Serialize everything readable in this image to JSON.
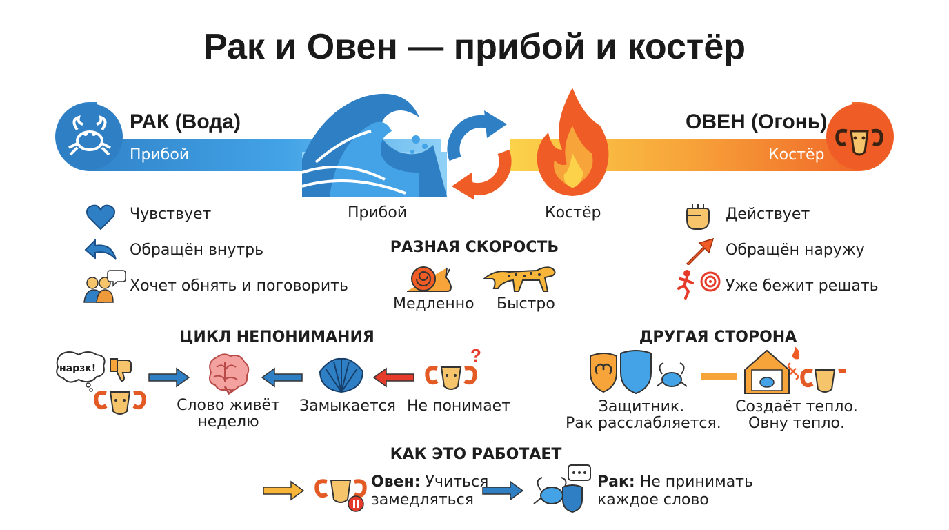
{
  "title": "Рак и Овен — прибой и костёр",
  "cancer": {
    "header": "РАК (Вода)",
    "subtitle": "Прибой",
    "icon": "crab-icon",
    "color": "#2f7fc5"
  },
  "aries": {
    "header": "ОВЕН (Огонь)",
    "subtitle": "Костёр",
    "icon": "ram-icon",
    "color": "#ef5c25"
  },
  "center": {
    "wave_label": "Прибой",
    "fire_label": "Костёр"
  },
  "cancer_traits": [
    {
      "icon": "heart-icon",
      "text": "Чувствует"
    },
    {
      "icon": "back-arrow-icon",
      "text": "Обращён внутрь"
    },
    {
      "icon": "hug-talk-icon",
      "text": "Хочет обнять и поговорить"
    }
  ],
  "aries_traits": [
    {
      "icon": "fist-icon",
      "text": "Действует"
    },
    {
      "icon": "up-arrow-icon",
      "text": "Обращён наружу"
    },
    {
      "icon": "runner-target-icon",
      "text": "Уже бежит решать"
    }
  ],
  "speed": {
    "title": "РАЗНАЯ СКОРОСТЬ",
    "slow": "Медленно",
    "fast": "Быстро"
  },
  "cycle": {
    "title": "ЦИКЛ НЕПОНИМАНИЯ",
    "bubble": "нарзк!",
    "steps": [
      "Слово живёт неделю",
      "Замыкается",
      "Не понимает"
    ]
  },
  "other": {
    "title": "ДРУГАЯ СТОРОНА",
    "left_line1": "Защитник.",
    "left_line2": "Рак расслабляется.",
    "right_line1": "Создаёт тепло.",
    "right_line2": "Овну тепло."
  },
  "how": {
    "title": "КАК ЭТО РАБОТАЕТ",
    "aries_bold": "Овен:",
    "aries_line1": " Учиться",
    "aries_line2": "замедляться",
    "cancer_bold": "Рак:",
    "cancer_line1": " Не принимать",
    "cancer_line2": "каждое слово"
  }
}
